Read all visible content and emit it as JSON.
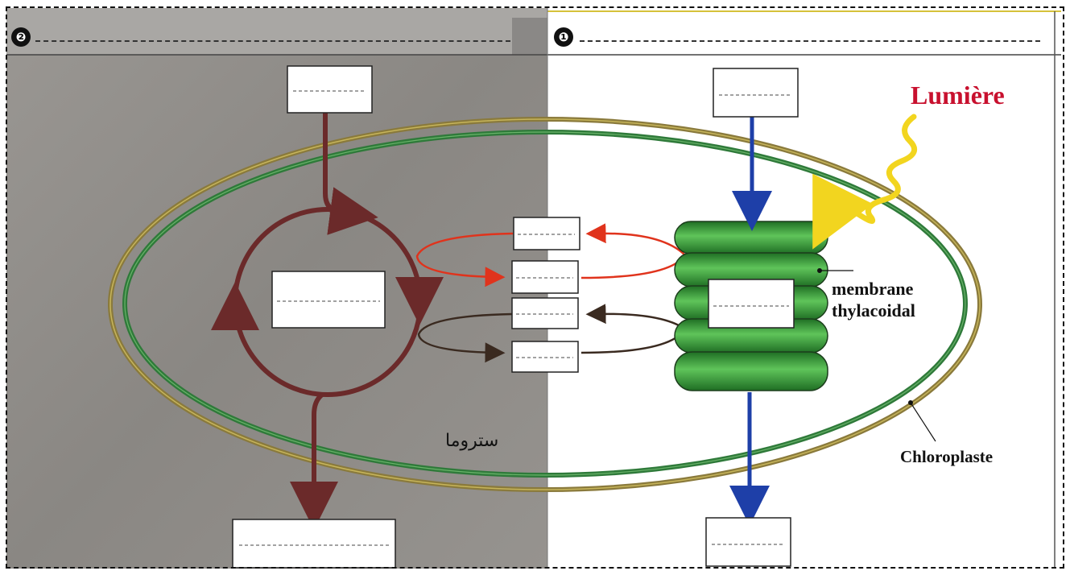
{
  "header": {
    "panel_left_number": "❷",
    "panel_right_number": "❶"
  },
  "labels": {
    "light": "Lumière",
    "membrane_line1": "membrane",
    "membrane_line2": "thylacoidal",
    "chloroplast": "Chloroplaste",
    "stroma": "ستروما"
  },
  "colors": {
    "stroma_background": "#8e8b87",
    "thylakoid_green": "#2e8b2e",
    "calvin_cycle": "#6b2a2a",
    "blue_arrow": "#1e3fa8",
    "red_arrow": "#e0331c",
    "light_wave": "#f2d51f",
    "light_text": "#c8102e",
    "envelope_outer": "#8a7a3c",
    "envelope_inner": "#2f7a3a"
  },
  "icons": {
    "light": "wavy-light-arrow-icon"
  }
}
